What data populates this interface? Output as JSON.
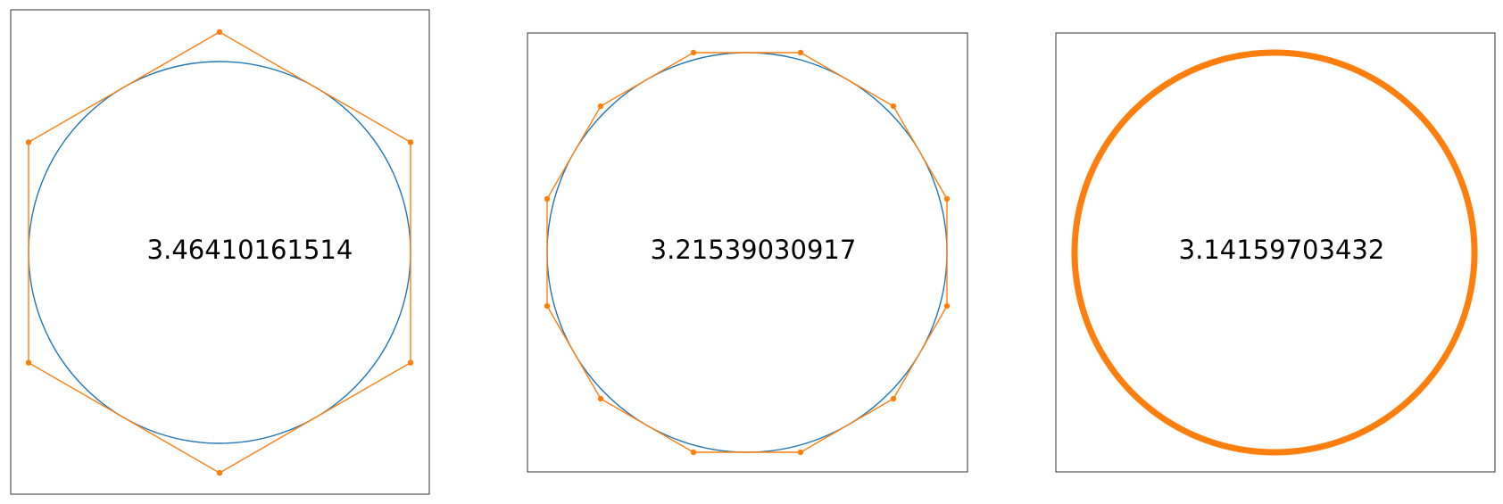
{
  "figure": {
    "panels": [
      {
        "label": "3.46410161514",
        "polygon_sides": 6,
        "start_angle_deg": 90,
        "show_vertices": true
      },
      {
        "label": "3.21539030917",
        "polygon_sides": 12,
        "start_angle_deg": 75,
        "show_vertices": true
      },
      {
        "label": "3.14159703432",
        "polygon_sides": 1536,
        "start_angle_deg": 90,
        "show_vertices": false
      }
    ],
    "colors": {
      "circle": "#1f77b4",
      "polygon": "#ff7f0e",
      "frame": "#333333",
      "text": "#000000"
    }
  }
}
